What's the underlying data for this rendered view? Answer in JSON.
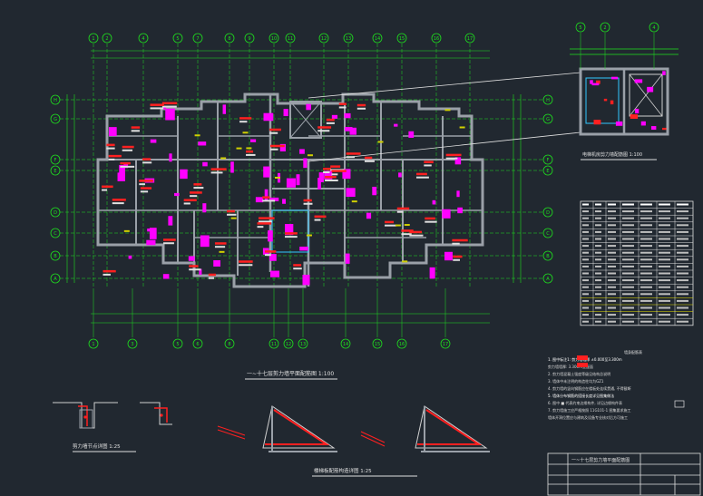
{
  "drawing": {
    "background": "#212830",
    "axis_color": "#1ee01e",
    "bubble_color": "#1ee01e",
    "wall_color": "#9aa0a8",
    "beam_color": "#d0d0d0",
    "rebar_color": "#ff00ff",
    "label_color": "#ff2020",
    "dim_text_color": "#d0d000",
    "column_axes": [
      "1",
      "2",
      "4",
      "5",
      "7",
      "8",
      "9",
      "10",
      "11",
      "12",
      "13",
      "14",
      "15",
      "16",
      "17"
    ],
    "bottom_axes": [
      "1",
      "3",
      "5",
      "6",
      "8",
      "11",
      "12",
      "13",
      "14",
      "15",
      "16",
      "17"
    ],
    "row_axes": [
      "H",
      "G",
      "F",
      "E",
      "D",
      "C",
      "B",
      "A"
    ],
    "detail_axes": [
      "5",
      "2",
      "4"
    ],
    "title_main": "一~十七层剪力墙平面配筋图 1:100",
    "title_detail_plan": "电梯机房剪力墙配筋图 1:100",
    "title_section_left": "剪力墙节点详图 1:25",
    "title_section_right": "楼梯板配筋构造详图 1:25",
    "title_block_name": "一~十七层剪力墙平面配筋图",
    "table_caption": "墙身配筋表",
    "notes": [
      "1. 图中标注1: 剪力墙墙厚 ±0.000至3.300m",
      "   剪力墙墙厚: 3.300m至屋面",
      "2. 剪力墙混凝土强度等级见结构总说明",
      "3. 墙体中未注明的构造柱均为GZ1",
      "4. 剪力墙的竖向钢筋应在楼板处连续贯通, 不得截断",
      "5. 墙体分布钢筋的搭接长度详见图集做法",
      "6. 图中 ■ 代表约束边缘构件, 详见边缘构件表",
      "7. 剪力墙施工应严格按照 11G101-1 图集要求施工",
      "   墙体开洞位置应与建筑及设备专业核对后方可施工"
    ]
  }
}
